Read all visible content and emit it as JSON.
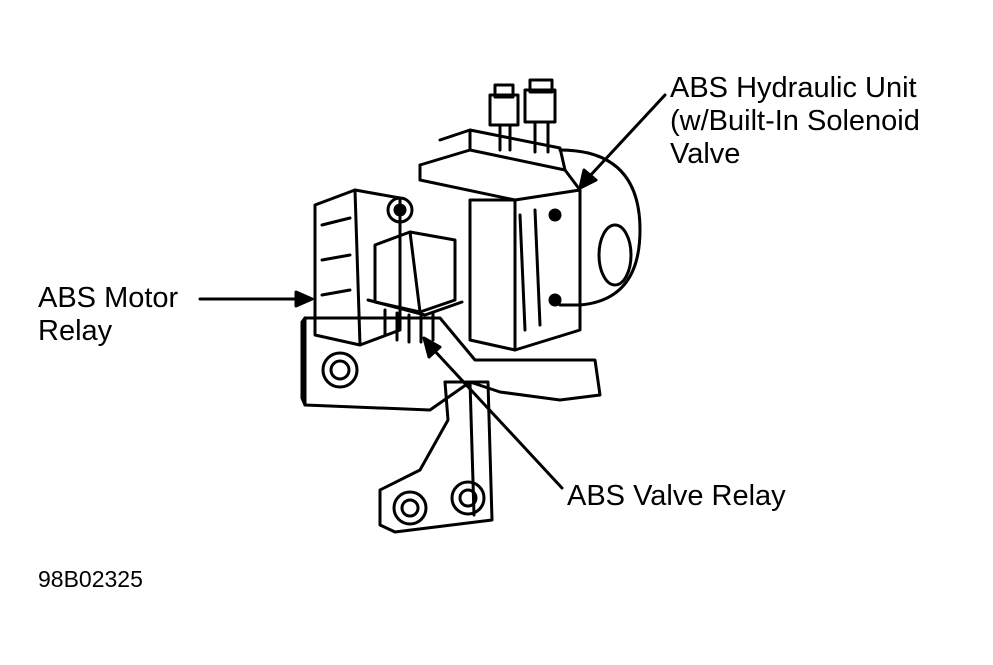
{
  "labels": {
    "hydraulic_unit": [
      "ABS Hydraulic Unit",
      "(w/Built-In Solenoid",
      "Valve"
    ],
    "motor_relay": [
      "ABS Motor",
      "Relay"
    ],
    "valve_relay": "ABS Valve Relay"
  },
  "figure_code": "98B02325",
  "colors": {
    "ink": "#000000",
    "paper": "#ffffff"
  }
}
